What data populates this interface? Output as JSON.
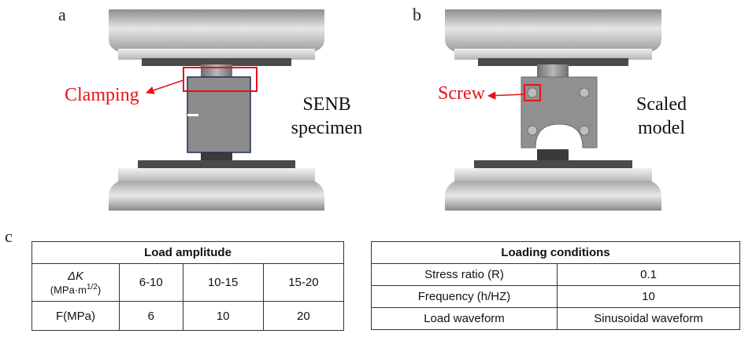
{
  "panels": {
    "a": {
      "letter": "a",
      "callout": "Clamping",
      "label_line1": "SENB",
      "label_line2": "specimen"
    },
    "b": {
      "letter": "b",
      "callout": "Screw",
      "label_line1": "Scaled",
      "label_line2": "model"
    },
    "c": {
      "letter": "c"
    }
  },
  "load_amplitude": {
    "title": "Load amplitude",
    "rows": [
      {
        "label_main": "ΔK",
        "label_unit_pre": "(MPa·m",
        "label_unit_sup": "1/2",
        "label_unit_post": ")",
        "values": [
          "6-10",
          "10-15",
          "15-20"
        ]
      },
      {
        "label": "F(MPa)",
        "values": [
          "6",
          "10",
          "20"
        ]
      }
    ]
  },
  "loading_conditions": {
    "title": "Loading conditions",
    "rows": [
      {
        "label": "Stress ratio (R)",
        "value": "0.1"
      },
      {
        "label": "Frequency (h/HZ)",
        "value": "10"
      },
      {
        "label": "Load waveform",
        "value": "Sinusoidal waveform"
      }
    ]
  },
  "colors": {
    "callout_red": "#e8111b",
    "specimen_gray": "#8c8c8c",
    "machine_light": "#d9d9d9",
    "machine_dark": "#3a3a3a"
  }
}
